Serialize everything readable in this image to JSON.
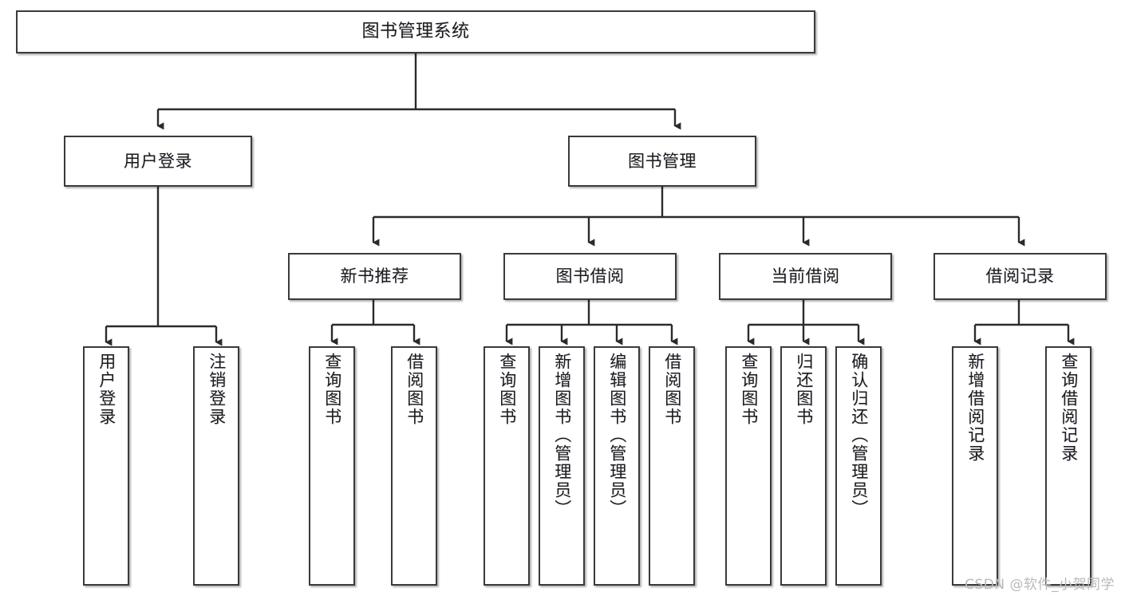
{
  "diagram": {
    "title": "图书管理系统",
    "type": "tree-hierarchy-chart",
    "watermark": "CSDN @软件_小贺同学",
    "colors": {
      "box_border": "#3a3a3a",
      "box_fill": "#ffffff",
      "connector": "#2b2b2b",
      "text": "#1c1c1c",
      "watermark": "#b9b9b9",
      "background": "#ffffff"
    }
  },
  "nodes": {
    "root": {
      "label": "图书管理系统"
    },
    "level2": [
      {
        "label": "用户登录"
      },
      {
        "label": "图书管理"
      }
    ],
    "level3": [
      {
        "label": "新书推荐"
      },
      {
        "label": "图书借阅"
      },
      {
        "label": "当前借阅"
      },
      {
        "label": "借阅记录"
      }
    ],
    "leaves": {
      "user_login": [
        {
          "label": "用户登录"
        },
        {
          "label": "注销登录"
        }
      ],
      "new_book": [
        {
          "label": "查询图书"
        },
        {
          "label": "借阅图书"
        }
      ],
      "book_borrow": [
        {
          "label": "查询图书"
        },
        {
          "label": "新增图书（管理员）"
        },
        {
          "label": "编辑图书（管理员）"
        },
        {
          "label": "借阅图书"
        }
      ],
      "current_borrow": [
        {
          "label": "查询图书"
        },
        {
          "label": "归还图书"
        },
        {
          "label": "确认归还（管理员）"
        }
      ],
      "borrow_record": [
        {
          "label": "新增借阅记录"
        },
        {
          "label": "查询借阅记录"
        }
      ]
    }
  }
}
